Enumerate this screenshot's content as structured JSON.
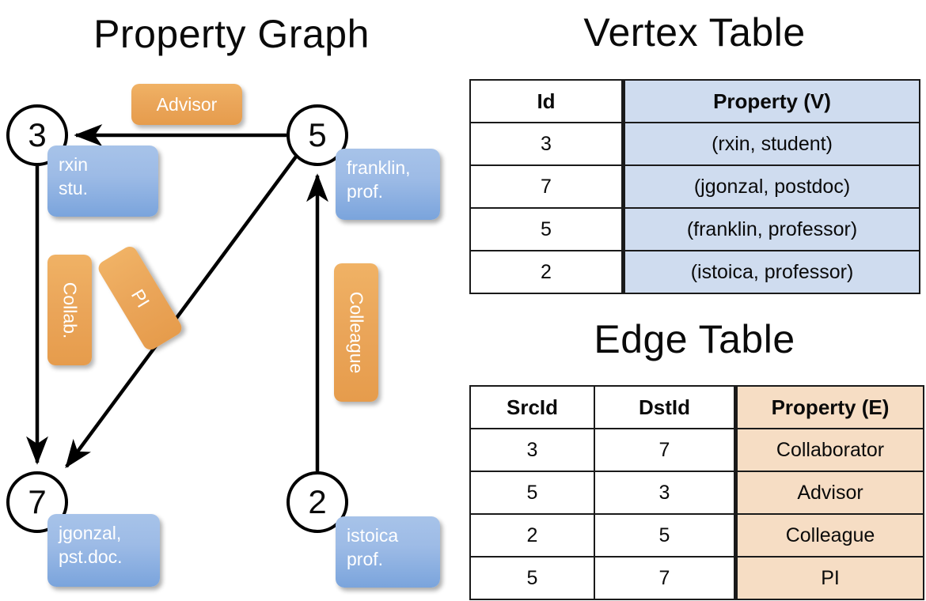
{
  "titles": {
    "property_graph": "Property Graph",
    "vertex_table": "Vertex Table",
    "edge_table": "Edge Table"
  },
  "graph": {
    "nodes": [
      {
        "id": "3",
        "label": "3",
        "property": "rxin\nstu."
      },
      {
        "id": "5",
        "label": "5",
        "property": "franklin,\nprof."
      },
      {
        "id": "7",
        "label": "7",
        "property": "jgonzal,\npst.doc."
      },
      {
        "id": "2",
        "label": "2",
        "property": "istoica\nprof."
      }
    ],
    "edge_labels": [
      {
        "name": "advisor",
        "text": "Advisor"
      },
      {
        "name": "collab",
        "text": "Collab."
      },
      {
        "name": "pi",
        "text": "PI"
      },
      {
        "name": "colleague",
        "text": "Colleague"
      }
    ],
    "edges": [
      {
        "from": "5",
        "to": "3",
        "label": "Advisor"
      },
      {
        "from": "3",
        "to": "7",
        "label": "Collab."
      },
      {
        "from": "5",
        "to": "7",
        "label": "PI"
      },
      {
        "from": "2",
        "to": "5",
        "label": "Colleague"
      }
    ]
  },
  "vertex_table": {
    "headers": [
      "Id",
      "Property (V)"
    ],
    "rows": [
      {
        "id": "3",
        "property": "(rxin, student)"
      },
      {
        "id": "7",
        "property": "(jgonzal, postdoc)"
      },
      {
        "id": "5",
        "property": "(franklin, professor)"
      },
      {
        "id": "2",
        "property": "(istoica, professor)"
      }
    ]
  },
  "edge_table": {
    "headers": [
      "SrcId",
      "DstId",
      "Property (E)"
    ],
    "rows": [
      {
        "src": "3",
        "dst": "7",
        "property": "Collaborator"
      },
      {
        "src": "5",
        "dst": "3",
        "property": "Advisor"
      },
      {
        "src": "2",
        "dst": "5",
        "property": "Colleague"
      },
      {
        "src": "5",
        "dst": "7",
        "property": "PI"
      }
    ]
  },
  "colors": {
    "vertex_property_fill": "#cfdcef",
    "edge_property_fill": "#f6ddc4",
    "vertex_badge": "#8fb2e0",
    "edge_badge": "#eaa559",
    "stroke": "#000000",
    "background": "#ffffff"
  }
}
